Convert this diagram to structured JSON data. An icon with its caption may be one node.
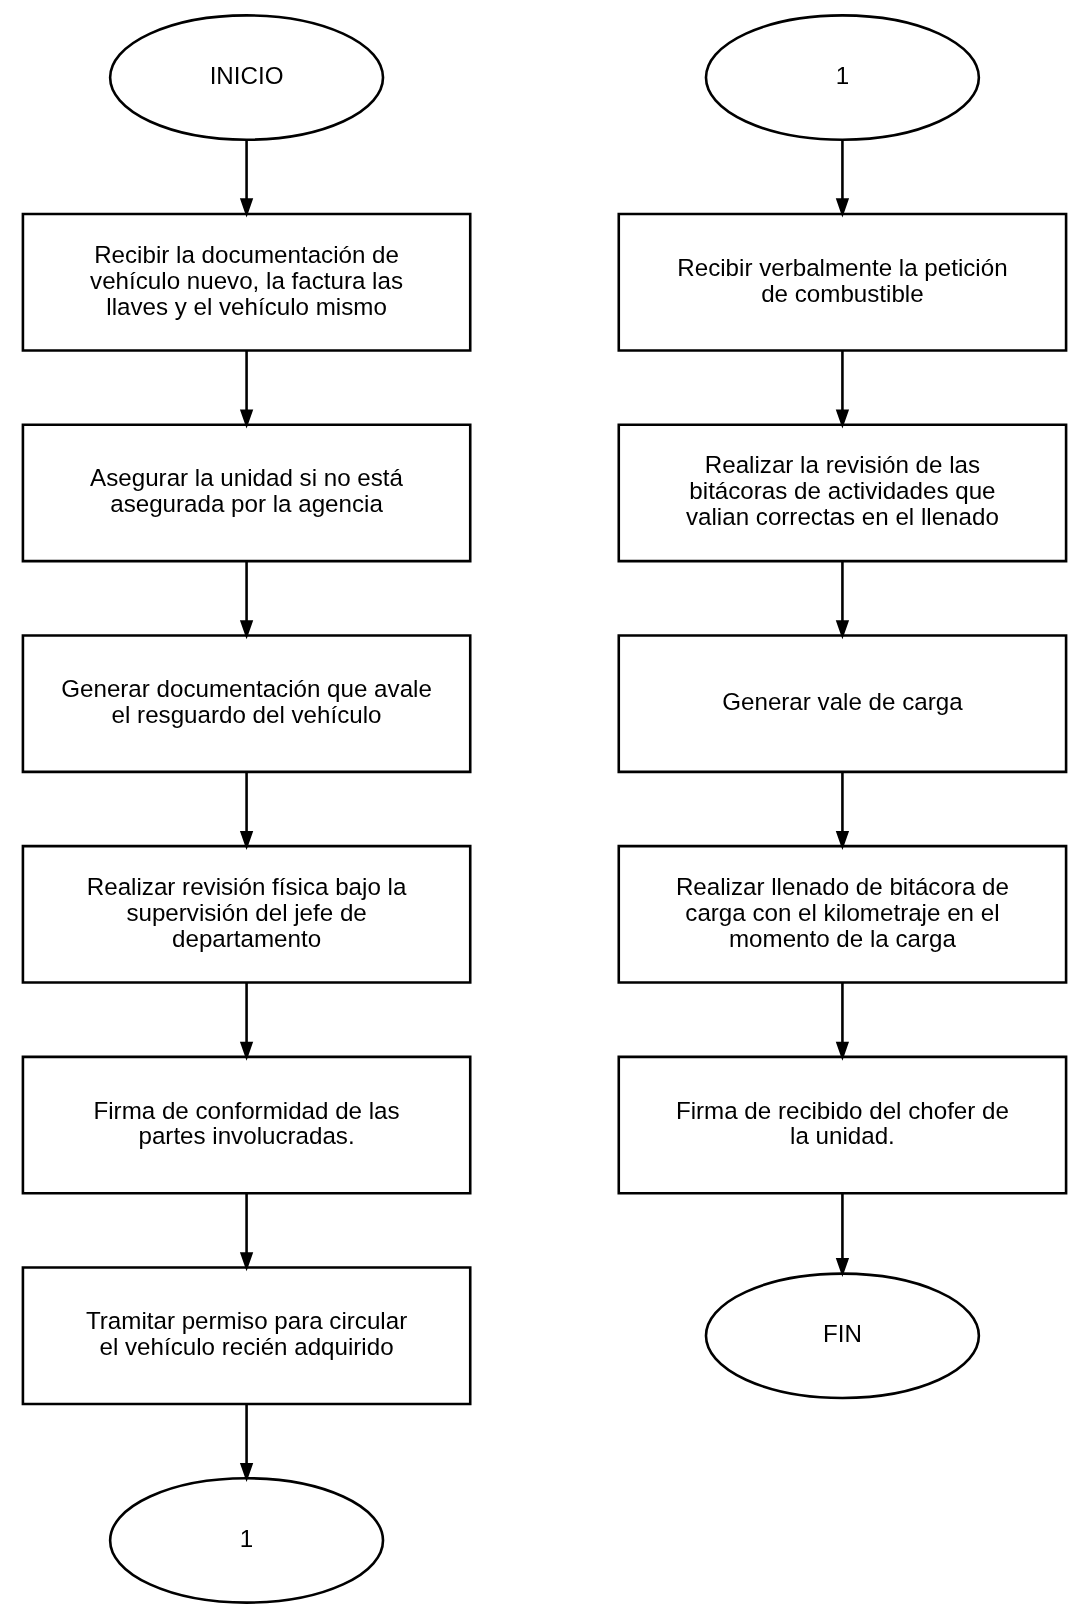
{
  "diagram": {
    "nodes": [
      {
        "text": [
          "INICIO"
        ]
      },
      {
        "text": [
          "Recibir la documentación de vehículo nuevo, la factura las llaves y el vehículo mismo"
        ]
      },
      {
        "text": [
          "Asegurar la unidad si no está asegurada por la agencia"
        ]
      },
      {
        "text": [
          "Generar documentación que avale el resguardo del vehículo"
        ]
      },
      {
        "text": [
          "Realizar revisión física bajo la supervisión del jefe de departamento"
        ]
      },
      {
        "text": [
          "Firma de conformidad de las partes involucradas."
        ]
      },
      {
        "text": [
          "Tramitar permiso para circular el vehículo recién adquirido"
        ]
      },
      {
        "text": [
          "1"
        ]
      },
      {
        "text": [
          "1"
        ]
      },
      {
        "text": [
          "Recibir verbalmente la petición de combustible"
        ]
      },
      {
        "text": [
          "Realizar la revisión de las bitácoras de actividades que valian correctas en el llenado"
        ]
      },
      {
        "text": [
          "Generar vale de carga"
        ]
      },
      {
        "text": [
          "Realizar llenado de bitácora de carga con el kilometraje en el momento de la carga"
        ]
      },
      {
        "text": [
          "Firma de recibido del chofer de la unidad."
        ]
      },
      {
        "text": [
          "FIN"
        ]
      }
    ],
    "edges": [
      {
        "from": 0,
        "to": 1,
        "arrow": "to"
      },
      {
        "from": 1,
        "to": 2,
        "arrow": "to"
      },
      {
        "from": 2,
        "to": 3,
        "arrow": "to"
      },
      {
        "from": 3,
        "to": 4,
        "arrow": "to"
      },
      {
        "from": 4,
        "to": 5,
        "arrow": "to"
      },
      {
        "from": 5,
        "to": 6,
        "arrow": "to"
      },
      {
        "from": 6,
        "to": 7,
        "arrow": "to"
      },
      {
        "from": 8,
        "to": 9,
        "arrow": "to"
      },
      {
        "from": 9,
        "to": 10,
        "arrow": "to"
      },
      {
        "from": 10,
        "to": 11,
        "arrow": "to"
      },
      {
        "from": 11,
        "to": 12,
        "arrow": "to"
      },
      {
        "from": 12,
        "to": 13,
        "arrow": "to"
      },
      {
        "from": 13,
        "to": 14,
        "arrow": "to"
      }
    ]
  }
}
